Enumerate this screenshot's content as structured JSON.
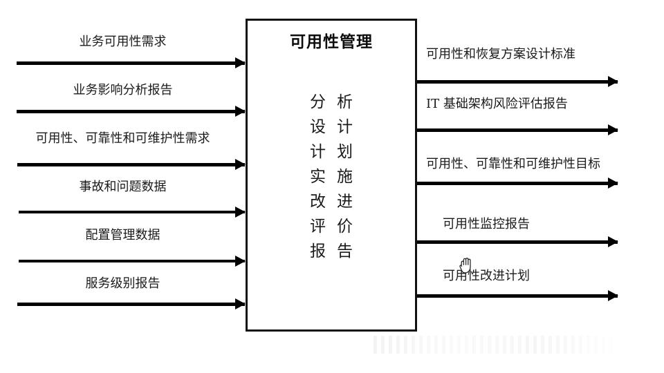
{
  "diagram": {
    "type": "process-io-diagram",
    "process": {
      "title": "可用性管理",
      "activities": [
        "分析",
        "设计",
        "计划",
        "实施",
        "改进",
        "评价",
        "报告"
      ]
    },
    "inputs": [
      {
        "label": "业务可用性需求"
      },
      {
        "label": "业务影响分析报告"
      },
      {
        "label": "可用性、可靠性和可维护性需求"
      },
      {
        "label": "事故和问题数据"
      },
      {
        "label": "配置管理数据"
      },
      {
        "label": "服务级别报告"
      }
    ],
    "outputs": [
      {
        "label": "可用性和恢复方案设计标准"
      },
      {
        "label": "IT 基础架构风险评估报告"
      },
      {
        "label": "可用性、可靠性和可维护性目标"
      },
      {
        "label": "可用性监控报告"
      },
      {
        "label": "可用性改进计划"
      }
    ],
    "cursor": {
      "icon": "grab-hand-cursor"
    },
    "colors": {
      "background": "#ffffff",
      "stroke": "#000000",
      "box_border": "#111111",
      "text": "#1a1a1a"
    }
  }
}
